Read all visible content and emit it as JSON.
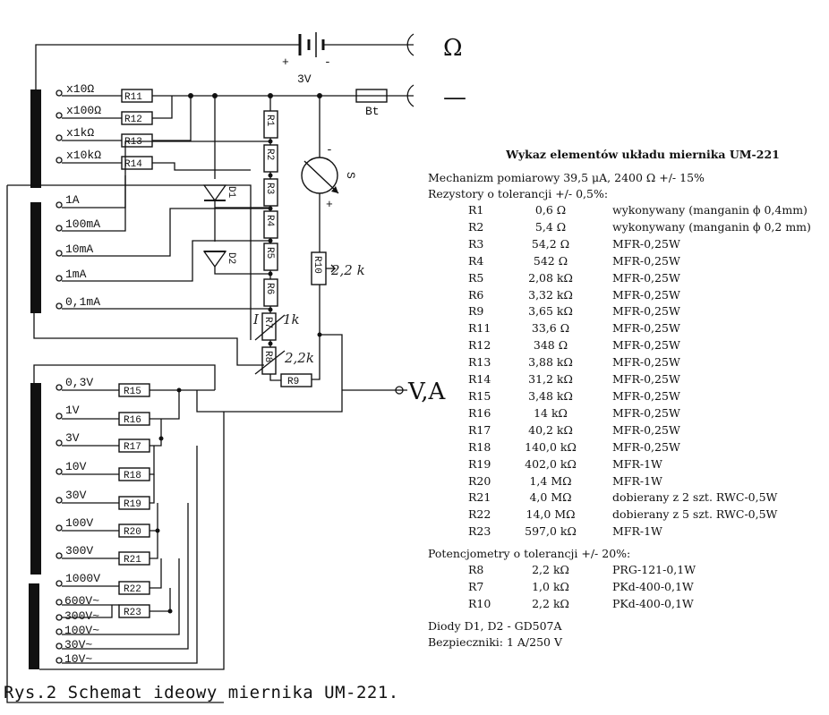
{
  "schematic": {
    "battery_voltage": "3V",
    "battery_plus": "+",
    "battery_minus": "-",
    "ohm_terminal": "Ω",
    "minus_terminal": "—",
    "fuse_label": "Bt",
    "meter_label": "S",
    "meter_minus": "-",
    "meter_plus": "+",
    "va_terminal": "V,A",
    "range_ohm": [
      "x10Ω",
      "x100Ω",
      "x1kΩ",
      "x10kΩ"
    ],
    "range_ma": [
      "1A",
      "100mA",
      "10mA",
      "1mA",
      "0,1mA"
    ],
    "range_vdc": [
      "0,3V",
      "1V",
      "3V",
      "10V",
      "30V",
      "100V",
      "300V",
      "1000V"
    ],
    "range_vac": [
      "600V~",
      "300V~",
      "100V~",
      "30V~",
      "10V~"
    ],
    "resistors_left": [
      "R11",
      "R12",
      "R13",
      "R14"
    ],
    "resistors_chain": [
      "R1",
      "R2",
      "R3",
      "R4",
      "R5",
      "R6",
      "R7",
      "R8"
    ],
    "resistors_volt": [
      "R15",
      "R16",
      "R17",
      "R18",
      "R19",
      "R20",
      "R21",
      "R22",
      "R23"
    ],
    "r9": "R9",
    "r10": "R10",
    "d1": "D1",
    "d2": "D2",
    "note_r10": "2,2 k",
    "note_r7": "1k",
    "note_r8": "2,2k",
    "note_i": "I"
  },
  "parts_list": {
    "title": "Wykaz elementów układu miernika UM-221",
    "mechanism": "Mechanizm pomiarowy 39,5 μA, 2400 Ω +/- 15%",
    "resistor_header": "Rezystory o tolerancji +/- 0,5%:",
    "resistors": [
      {
        "name": "R1",
        "value": "0,6 Ω",
        "type": "wykonywany (manganin ϕ 0,4mm)"
      },
      {
        "name": "R2",
        "value": "5,4 Ω",
        "type": "wykonywany (manganin ϕ 0,2 mm)"
      },
      {
        "name": "R3",
        "value": "54,2 Ω",
        "type": "MFR-0,25W"
      },
      {
        "name": "R4",
        "value": "542 Ω",
        "type": "MFR-0,25W"
      },
      {
        "name": "R5",
        "value": "2,08 kΩ",
        "type": "MFR-0,25W"
      },
      {
        "name": "R6",
        "value": "3,32 kΩ",
        "type": "MFR-0,25W"
      },
      {
        "name": "R9",
        "value": "3,65 kΩ",
        "type": "MFR-0,25W"
      },
      {
        "name": "R11",
        "value": "33,6 Ω",
        "type": "MFR-0,25W"
      },
      {
        "name": "R12",
        "value": "348 Ω",
        "type": "MFR-0,25W"
      },
      {
        "name": "R13",
        "value": "3,88 kΩ",
        "type": "MFR-0,25W"
      },
      {
        "name": "R14",
        "value": "31,2 kΩ",
        "type": "MFR-0,25W"
      },
      {
        "name": "R15",
        "value": "3,48 kΩ",
        "type": "MFR-0,25W"
      },
      {
        "name": "R16",
        "value": "14 kΩ",
        "type": "MFR-0,25W"
      },
      {
        "name": "R17",
        "value": "40,2 kΩ",
        "type": "MFR-0,25W"
      },
      {
        "name": "R18",
        "value": "140,0 kΩ",
        "type": "MFR-0,25W"
      },
      {
        "name": "R19",
        "value": "402,0 kΩ",
        "type": "MFR-1W"
      },
      {
        "name": "R20",
        "value": "1,4 MΩ",
        "type": "MFR-1W"
      },
      {
        "name": "R21",
        "value": "4,0 MΩ",
        "type": "dobierany z 2 szt. RWC-0,5W"
      },
      {
        "name": "R22",
        "value": "14,0 MΩ",
        "type": "dobierany z 5 szt. RWC-0,5W"
      },
      {
        "name": "R23",
        "value": "597,0 kΩ",
        "type": "MFR-1W"
      }
    ],
    "pot_header": "Potencjometry o tolerancji +/- 20%:",
    "pots": [
      {
        "name": "R8",
        "value": "2,2 kΩ",
        "type": "PRG-121-0,1W"
      },
      {
        "name": "R7",
        "value": "1,0 kΩ",
        "type": "PKd-400-0,1W"
      },
      {
        "name": "R10",
        "value": "2,2 kΩ",
        "type": "PKd-400-0,1W"
      }
    ],
    "diodes": "Diody D1, D2 - GD507A",
    "fuses": "Bezpieczniki: 1 A/250 V"
  },
  "caption": "Rys.2 Schemat ideowy miernika UM-221."
}
